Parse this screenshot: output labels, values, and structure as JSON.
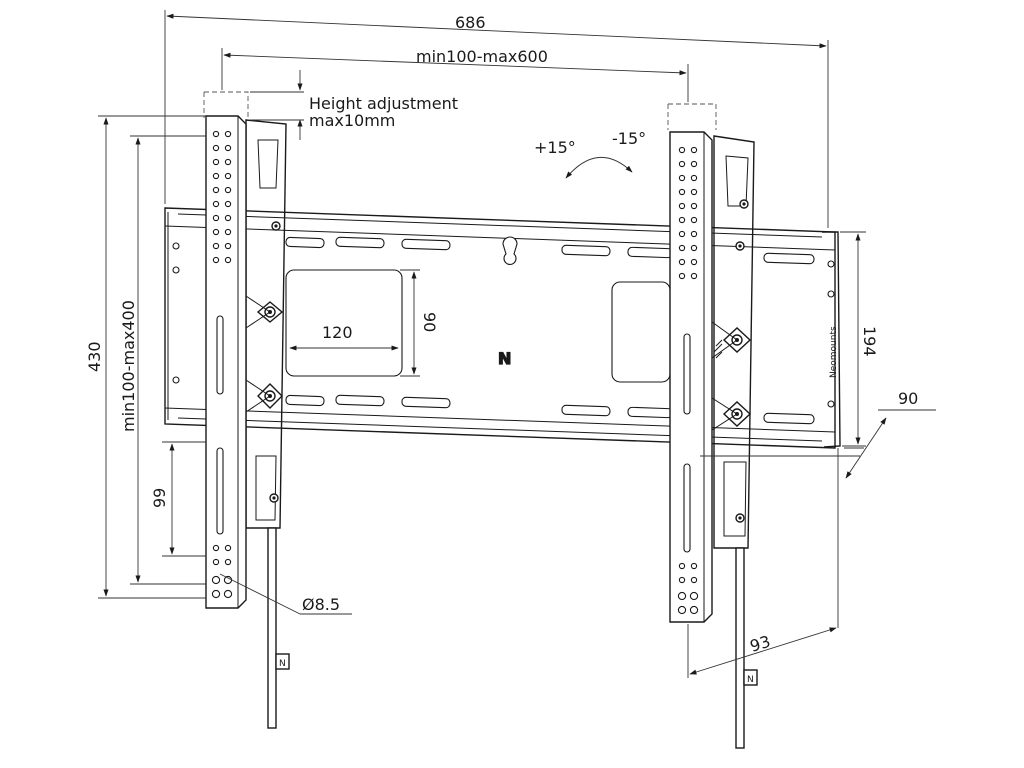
{
  "dimensions": {
    "overall_width": "686",
    "hole_span_width": "min100-max600",
    "height_adjust_line1": "Height adjustment",
    "height_adjust_line2": "max10mm",
    "tilt_up": "+15°",
    "tilt_down": "-15°",
    "total_height": "430",
    "hole_span_height": "min100-max400",
    "lower_slot": "99",
    "cutout_width": "120",
    "cutout_height": "90",
    "wall_plate_height": "194",
    "depth": "90",
    "arm_offset": "93",
    "hole_diameter": "Ø8.5"
  },
  "labels": {
    "plate_logo": "N",
    "brand_mark": "Neomounts",
    "strap_tab": "N"
  },
  "colors": {
    "line": "#1a1a1a",
    "background": "#ffffff"
  }
}
